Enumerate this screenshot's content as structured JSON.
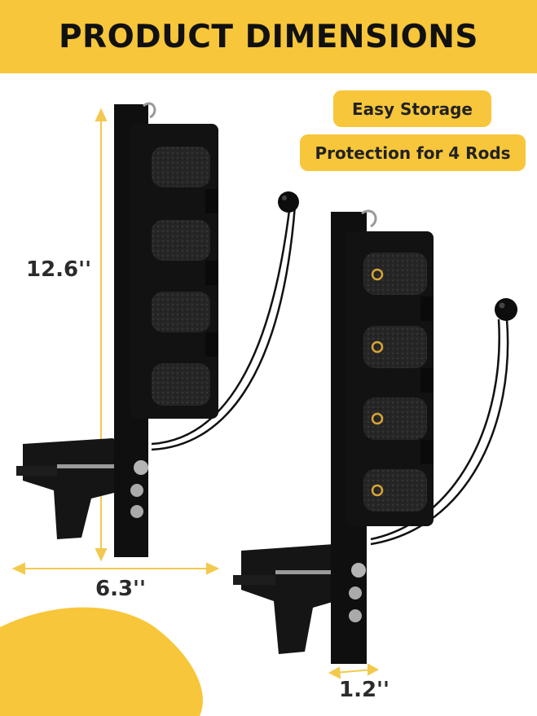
{
  "banner": {
    "title": "PRODUCT DIMENSIONS"
  },
  "features": [
    {
      "label": "Easy Storage"
    },
    {
      "label": "Protection for 4 Rods"
    }
  ],
  "dimensions": {
    "height": "12.6''",
    "width": "6.3''",
    "depth": "1.2''"
  },
  "colors": {
    "accent": "#f7c63a",
    "product": "#121212",
    "foam": "#2a2a2a"
  },
  "product": {
    "rod_slots": 4
  }
}
